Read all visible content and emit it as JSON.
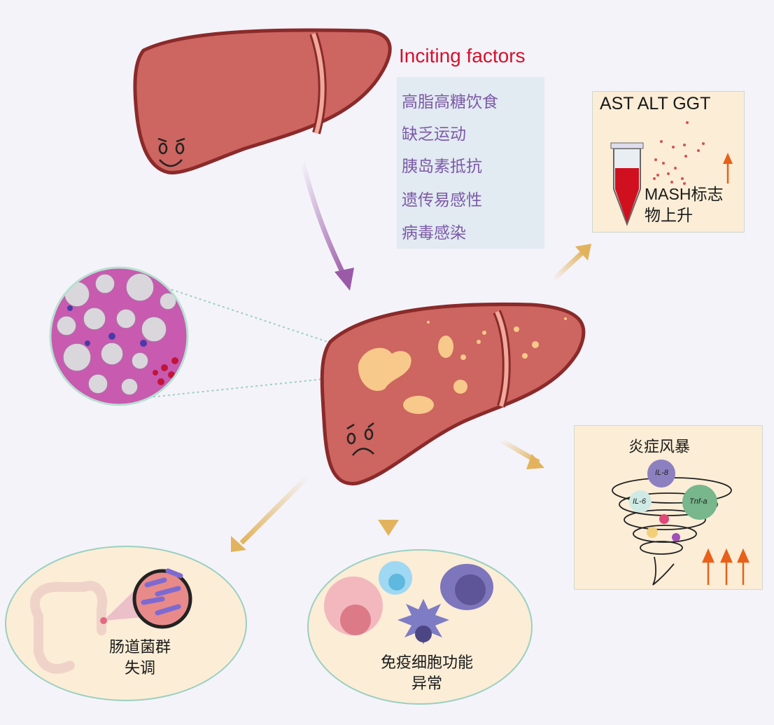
{
  "inciting_factors": {
    "title": "Inciting factors",
    "items": [
      "高脂高糖饮食",
      "缺乏运动",
      "胰岛素抵抗",
      "遗传易感性",
      "病毒感染"
    ]
  },
  "markers_box": {
    "title": "AST ALT GGT",
    "label_line1": "MASH标志",
    "label_line2": "物上升"
  },
  "storm_box": {
    "title": "炎症风暴",
    "cytokines": [
      "IL-8",
      "IL-6",
      "Tnf-a"
    ]
  },
  "gut_box": {
    "label_line1": "肠道菌群",
    "label_line2": "失调"
  },
  "immune_box": {
    "label_line1": "免疫细胞功能",
    "label_line2": "异常"
  },
  "colors": {
    "liver": "#cd6560",
    "liver_outline": "#8a2a2a",
    "fat": "#f7c98a",
    "arrow_gold": "#e2b35c",
    "arrow_purple": "#9a5aa8",
    "accent_red": "#d6102a",
    "factor_text": "#7c5aa6",
    "panel_beige": "#fbedd6"
  }
}
